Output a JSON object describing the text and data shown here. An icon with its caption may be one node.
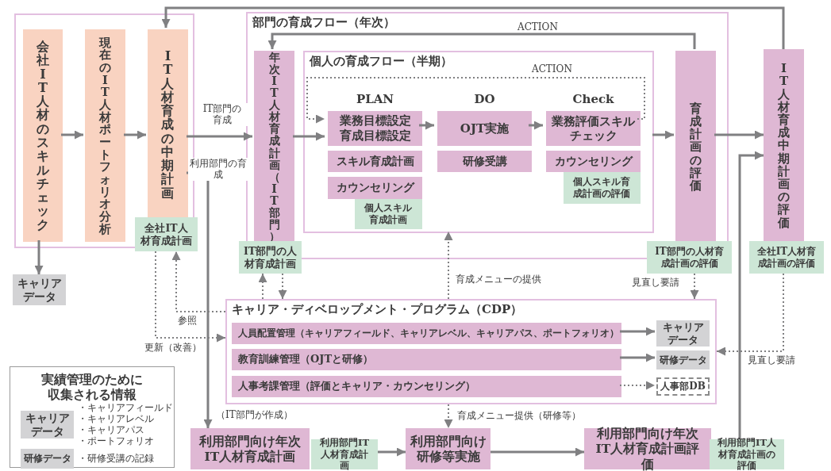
{
  "diagram": {
    "nodes": [
      {
        "text": [],
        "shape": "box"
      },
      {
        "text": [
          "会社IT人材のスキルチェック"
        ],
        "in": 0
      },
      {
        "text": [
          "現在のIT人材ポートフォリオ分析"
        ],
        "in": 0
      },
      {
        "text": [
          "IT人材育成の中期計画"
        ],
        "in": 0
      },
      {
        "text": [
          "全社IT人材育成計画"
        ]
      },
      {
        "text": [
          "キャリアデータ"
        ]
      },
      {
        "text": [
          "部門の育成フロー（年次）"
        ]
      },
      {
        "text": [
          "年次IT人材育成計画（IT部門）"
        ],
        "in": 6
      },
      {
        "text": [
          "IT部門の人材育成計画"
        ]
      },
      {
        "text": [
          "個人の育成フロー（半期）"
        ],
        "in": 6
      },
      {
        "text": [
          "PLAN",
          "業務目標設定育成目標設定"
        ],
        "in": 9
      },
      {
        "text": [
          "スキル育成計画"
        ],
        "in": 9
      },
      {
        "text": [
          "カウンセリング"
        ],
        "in": 9
      },
      {
        "text": [
          "個人スキル育成計画"
        ],
        "in": 9
      },
      {
        "text": [
          "DO",
          "OJT実施"
        ],
        "in": 9
      },
      {
        "text": [
          "研修受講"
        ],
        "in": 9
      },
      {
        "text": [
          "Check",
          "業務評価スキルチェック"
        ],
        "in": 9
      },
      {
        "text": [
          "カウンセリング"
        ],
        "in": 9
      },
      {
        "text": [
          "個人スキル育成計画の評価"
        ],
        "in": 9
      },
      {
        "text": [
          "育成計画の評価"
        ],
        "in": 6
      },
      {
        "text": [
          "IT部門の人材育成計画の評価"
        ]
      },
      {
        "text": [
          "IT人材育成中期計画の評価"
        ]
      },
      {
        "text": [
          "全社IT人材育成計画の評価"
        ]
      },
      {
        "text": [
          "キャリア・ディベロップメント・プログラム（CDP）"
        ]
      },
      {
        "text": [
          "人員配置管理（キャリアフィールド、キャリアレベル、キャリアパス、ポートフォリオ）"
        ],
        "in": 23
      },
      {
        "text": [
          "教育訓練管理（OJTと研修）"
        ],
        "in": 23
      },
      {
        "text": [
          "人事考課管理（評価とキャリア・カウンセリング）"
        ],
        "in": 23
      },
      {
        "text": [
          "キャリアデータ"
        ],
        "in": 23
      },
      {
        "text": [
          "研修データ"
        ],
        "in": 23
      },
      {
        "text": [
          "人事部DB"
        ],
        "in": 23
      },
      {
        "text": [
          "利用部門向け年次IT人材育成計画"
        ],
        "beside": [
          "（IT部門が作成）"
        ]
      },
      {
        "text": [
          "利用部門IT人材育成計画"
        ]
      },
      {
        "text": [
          "利用部門向け研修等実施"
        ]
      },
      {
        "text": [
          "利用部門向け年次IT人材育成計画評価"
        ]
      },
      {
        "text": [
          "利用部門IT人材育成計画の評価"
        ]
      },
      {
        "text": [
          "実績管理のために収集される情報"
        ]
      },
      {
        "text": [
          "キャリアデータ"
        ],
        "in": 35,
        "beside": [
          "・キャリアフィールド",
          "・キャリアレベル",
          "・キャリアパス",
          "・ポートフォリオ"
        ]
      },
      {
        "text": [
          "研修データ"
        ],
        "in": 35,
        "beside": [
          "・研修受講の記録"
        ]
      }
    ],
    "edges": [
      {
        "from": 1,
        "to": 2,
        "arrow": "to"
      },
      {
        "from": 2,
        "to": 3,
        "arrow": "to"
      },
      {
        "from": 1,
        "to": 5,
        "arrow": "to"
      },
      {
        "from": 3,
        "to": 7,
        "arrow": "to",
        "label": "IT部門の育成"
      },
      {
        "from": 3,
        "to": 30,
        "arrow": "to",
        "label": "利用部門の育成"
      },
      {
        "from": 21,
        "to": 3,
        "arrow": "to"
      },
      {
        "from": 19,
        "to": 7,
        "arrow": "to",
        "label": "ACTION"
      },
      {
        "from": 7,
        "to": 10,
        "arrow": "to"
      },
      {
        "from": 10,
        "to": 14,
        "arrow": "to"
      },
      {
        "from": 14,
        "to": 16,
        "arrow": "to"
      },
      {
        "from": 16,
        "to": 10,
        "arrow": "to",
        "label": "ACTION",
        "style": "dashed"
      },
      {
        "from": 9,
        "to": 19,
        "arrow": "to"
      },
      {
        "from": 19,
        "to": 21,
        "arrow": "to"
      },
      {
        "from": 34,
        "to": 21,
        "arrow": "to"
      },
      {
        "from": 23,
        "to": 9,
        "arrow": "to",
        "label": "育成メニューの提供",
        "style": "dashed"
      },
      {
        "from": 23,
        "to": 32,
        "arrow": "to",
        "label": "育成メニュー提供（研修等）",
        "style": "dashed"
      },
      {
        "from": 23,
        "to": 8,
        "arrow": "to",
        "style": "dashed"
      },
      {
        "from": 8,
        "to": 23,
        "arrow": "to",
        "style": "dashed"
      },
      {
        "from": 23,
        "to": 4,
        "arrow": "to",
        "label": "参照",
        "style": "dashed"
      },
      {
        "from": 4,
        "to": 23,
        "arrow": "to",
        "label": "更新（改善）",
        "style": "dashed"
      },
      {
        "from": 20,
        "to": 23,
        "arrow": "to",
        "label": "見直し要請",
        "style": "dashed"
      },
      {
        "from": 22,
        "to": 23,
        "arrow": "to",
        "label": "見直し要請",
        "style": "dashed"
      },
      {
        "from": 24,
        "to": 27,
        "arrow": "to"
      },
      {
        "from": 25,
        "to": 28,
        "arrow": "to"
      },
      {
        "from": 26,
        "to": 29,
        "arrow": "to",
        "style": "dashed"
      },
      {
        "from": 31,
        "to": 32,
        "arrow": "to"
      },
      {
        "from": 32,
        "to": 33,
        "arrow": "to"
      }
    ]
  }
}
